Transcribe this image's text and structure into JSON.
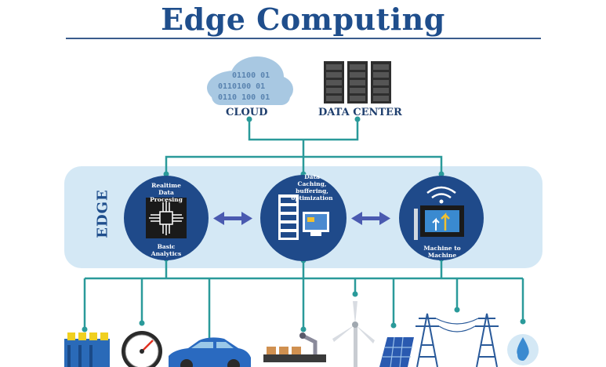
{
  "title": "Edge Computing",
  "top": {
    "cloud": {
      "label": "CLOUD",
      "binary_rows": [
        "01100 01",
        "0110100 01",
        "0110 100 01"
      ]
    },
    "datacenter": {
      "label": "DATA CENTER"
    }
  },
  "edge": {
    "label": "EDGE",
    "nodes": [
      {
        "top_text": "Realtime Data Procesing",
        "bottom_text": "Basic Analytics"
      },
      {
        "top_text": "Data Caching, buffering, optimization",
        "bottom_text": ""
      },
      {
        "top_text": "",
        "bottom_text": "Machine to Machine"
      }
    ]
  },
  "devices": [
    "battery-pack",
    "speedometer",
    "car",
    "factory-robot-arm",
    "wind-turbine",
    "solar-panel",
    "power-pylons",
    "water-drop"
  ],
  "colors": {
    "title": "#1f4e8c",
    "connector": "#2a9a9a",
    "edge_band": "#d4e8f5",
    "node": "#1f4a8a",
    "arrow": "#4a5ab0"
  }
}
